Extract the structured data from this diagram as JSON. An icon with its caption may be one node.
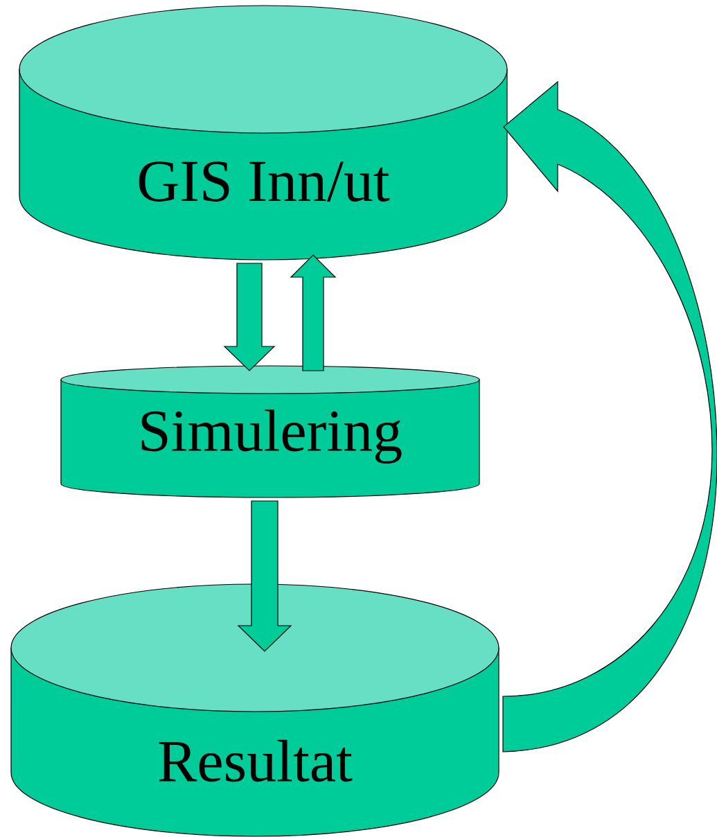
{
  "diagram": {
    "nodes": [
      {
        "text": [
          "GIS Inn/ut"
        ]
      },
      {
        "text": [
          "Simulering"
        ]
      },
      {
        "text": [
          "Resultat"
        ]
      }
    ],
    "edges": [
      {
        "from": 0,
        "to": 1,
        "arrow": "to"
      },
      {
        "from": 1,
        "to": 0,
        "arrow": "to"
      },
      {
        "from": 1,
        "to": 2,
        "arrow": "to"
      },
      {
        "from": 2,
        "to": 0,
        "arrow": "to"
      }
    ]
  }
}
